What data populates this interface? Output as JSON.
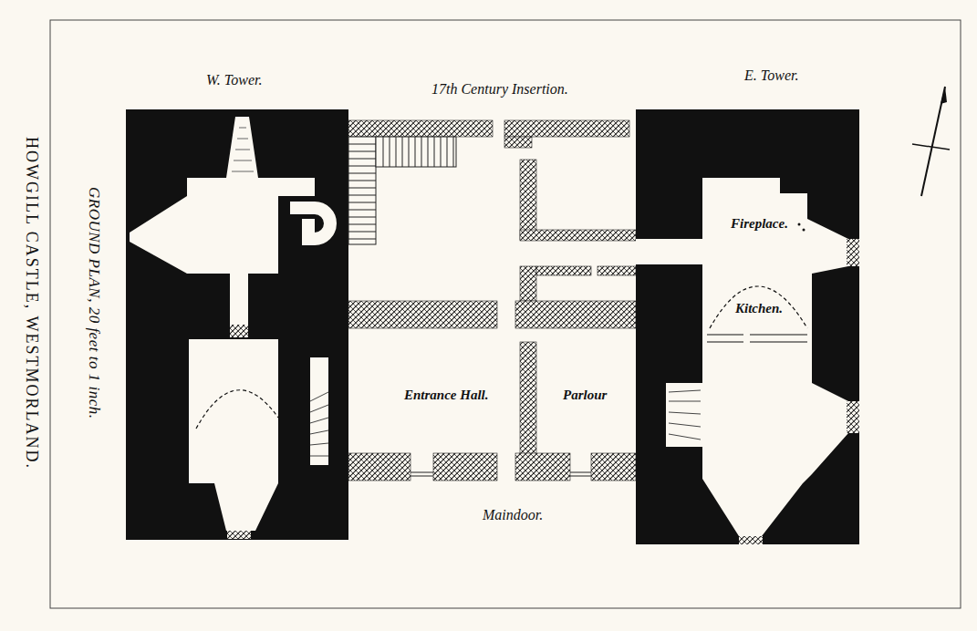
{
  "diagram": {
    "title": "HOWGILL CASTLE, WESTMORLAND.",
    "caption": "GROUND PLAN, 20 feet to 1 inch.",
    "labels": [
      "W. Tower.",
      "17th Century Insertion.",
      "E. Tower.",
      "Fireplace.",
      "Kitchen.",
      "Entrance Hall.",
      "Parlour",
      "Maindoor."
    ]
  }
}
